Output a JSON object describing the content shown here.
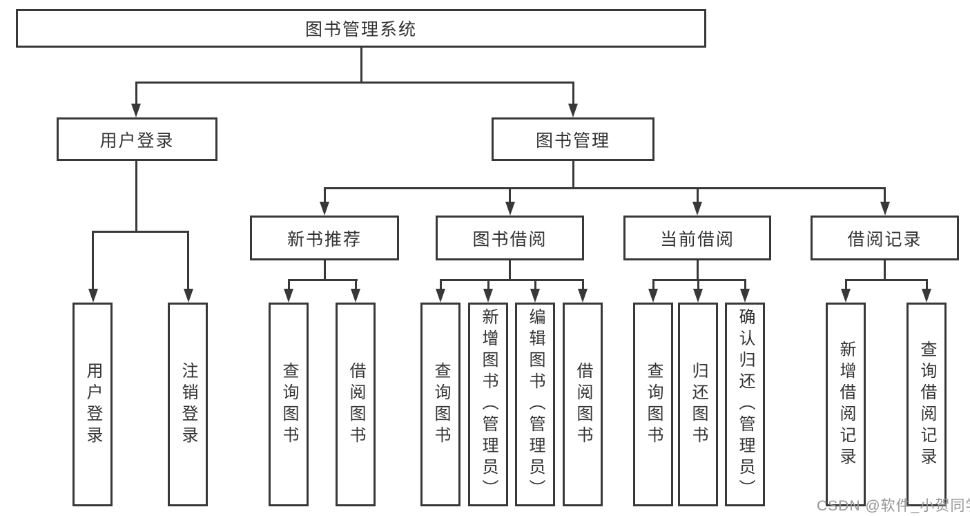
{
  "colors": {
    "line": "#383838",
    "text": "#333333",
    "watermark": "#969696",
    "background": "#ffffff"
  },
  "tree": {
    "label": "图书管理系统",
    "children": [
      {
        "label": "用户登录",
        "children": [
          {
            "label": "用户登录"
          },
          {
            "label": "注销登录"
          }
        ]
      },
      {
        "label": "图书管理",
        "children": [
          {
            "label": "新书推荐",
            "children": [
              {
                "label": "查询图书"
              },
              {
                "label": "借阅图书"
              }
            ]
          },
          {
            "label": "图书借阅",
            "children": [
              {
                "label": "查询图书"
              },
              {
                "label": "新增图书（管理员）"
              },
              {
                "label": "编辑图书（管理员）"
              },
              {
                "label": "借阅图书"
              }
            ]
          },
          {
            "label": "当前借阅",
            "children": [
              {
                "label": "查询图书"
              },
              {
                "label": "归还图书"
              },
              {
                "label": "确认归还（管理员）"
              }
            ]
          },
          {
            "label": "借阅记录",
            "children": [
              {
                "label": "新增借阅记录"
              },
              {
                "label": "查询借阅记录"
              }
            ]
          }
        ]
      }
    ]
  },
  "watermark": {
    "text": "CSDN @软件_小贺同学"
  }
}
